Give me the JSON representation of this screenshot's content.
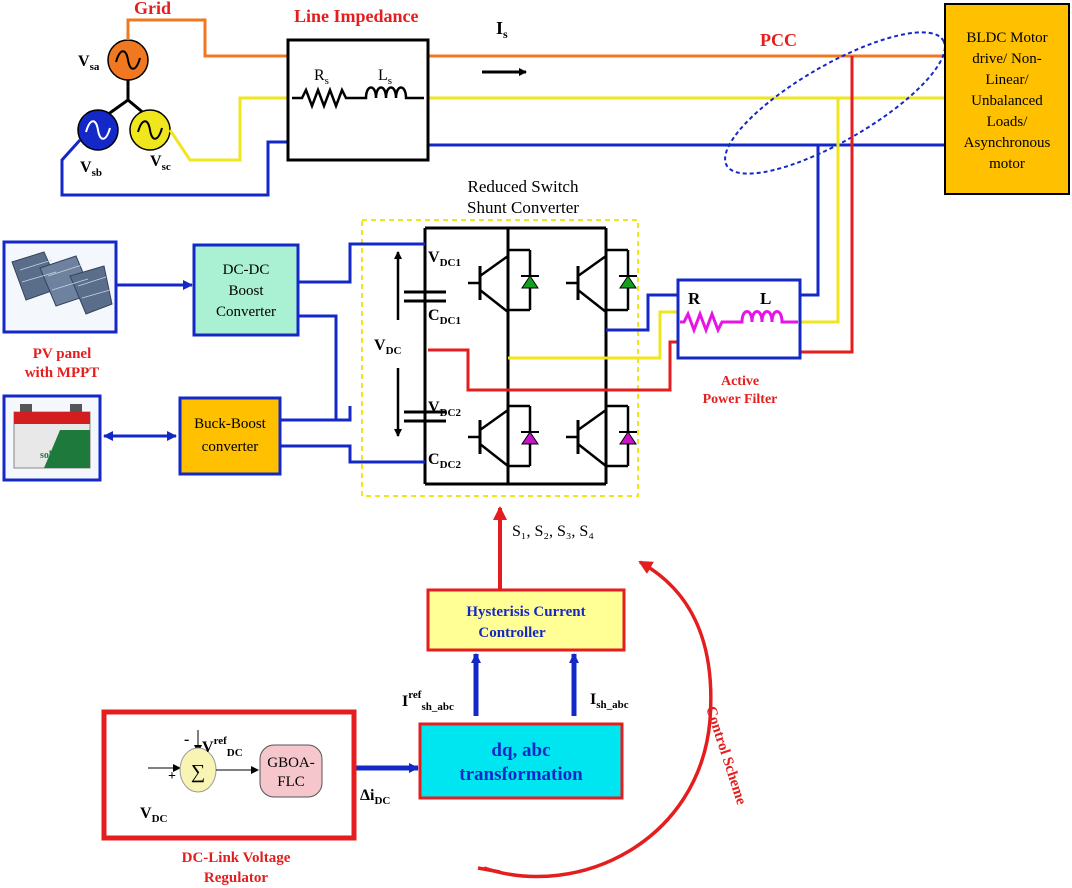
{
  "grid": {
    "title": "Grid",
    "phase_a": {
      "main": "V",
      "sub": "sa"
    },
    "phase_b": {
      "main": "V",
      "sub": "sb"
    },
    "phase_c": {
      "main": "V",
      "sub": "sc"
    }
  },
  "line_impedance": {
    "title": "Line Impedance",
    "resistor": {
      "main": "R",
      "sub": "s"
    },
    "inductor": {
      "main": "L",
      "sub": "s"
    }
  },
  "current_label": {
    "main": "I",
    "sub": "s"
  },
  "pcc_label": "PCC",
  "load_box": {
    "lines": [
      "BLDC Motor",
      "drive/ Non-",
      "Linear/",
      "Unbalanced",
      "Loads/",
      "Asynchronous",
      "motor"
    ]
  },
  "converter": {
    "title_lines": [
      "Reduced Switch",
      "Shunt Converter"
    ],
    "vdc1": {
      "main": "V",
      "sub": "DC1"
    },
    "cdc1": {
      "main": "C",
      "sub": "DC1"
    },
    "vdc": {
      "main": "V",
      "sub": "DC"
    },
    "vdc2": {
      "main": "V",
      "sub": "DC2"
    },
    "cdc2": {
      "main": "C",
      "sub": "DC2"
    }
  },
  "pv_label_lines": [
    "PV panel",
    "with MPPT"
  ],
  "dcdc_box": {
    "lines": [
      "DC-DC",
      "Boost",
      "Converter"
    ]
  },
  "buckboost_box": {
    "lines": [
      "Buck-Boost",
      "converter"
    ]
  },
  "battery_brand": "sole",
  "apf": {
    "r_label": "R",
    "l_label": "L",
    "caption_lines": [
      "Active",
      "Power Filter"
    ]
  },
  "switch_signals": "S₁, S₂, S₃, S₄",
  "hysteresis_box": {
    "lines": [
      "Hysterisis Current",
      "Controller"
    ]
  },
  "iref_label": {
    "main": "I",
    "sup": "ref",
    "sub": "sh_abc"
  },
  "ish_label": {
    "main": "I",
    "sub": "sh_abc"
  },
  "dq_box": {
    "lines": [
      "dq, abc",
      "transformation"
    ]
  },
  "delta_label": {
    "main": "Δi",
    "sub": "DC"
  },
  "regulator": {
    "caption_lines": [
      "DC-Link Voltage",
      "Regulator"
    ],
    "vref": {
      "main": "V",
      "sup": "ref",
      "sub": "DC"
    },
    "vdc": {
      "main": "V",
      "sub": "DC"
    },
    "minus": "-",
    "plus": "+",
    "sigma": "∑",
    "flc_lines": [
      "GBOA-",
      "FLC"
    ]
  },
  "control_scheme": "Control Scheme",
  "colors": {
    "phase_a": "#f07820",
    "phase_b": "#1428c8",
    "phase_c": "#f0e61e",
    "dc_link": "#e41e1e",
    "load_fill": "#ffc000",
    "dcdc_fill": "#aaf0d2",
    "hysteresis_fill": "#ffff96",
    "dq_fill": "#00e6f0",
    "flc_fill": "#f5c6cb",
    "sum_fill": "#f8f4b4"
  }
}
